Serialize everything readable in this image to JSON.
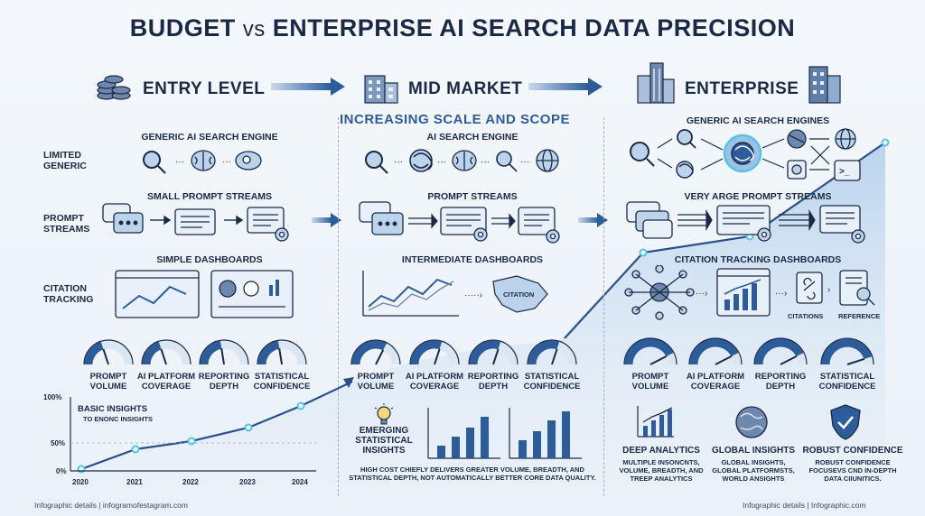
{
  "header": {
    "title_part1": "BUDGET",
    "title_vs": "vs",
    "title_part2": "ENTERPRISE AI SEARCH DATA PRECISION",
    "scale_caption": "INCREASING SCALE AND SCOPE"
  },
  "tiers": [
    {
      "label": "ENTRY LEVEL"
    },
    {
      "label": "MID MARKET"
    },
    {
      "label": "ENTERPRISE"
    }
  ],
  "row_labels": {
    "engines": "LIMITED GENERIC",
    "prompts": "PROMPT STREAMS",
    "citation": "CITATION TRACKING"
  },
  "entry": {
    "engine_title": "GENERIC AI SEARCH ENGINE",
    "prompt_title": "SMALL PROMPT STREAMS",
    "dash_title": "SIMPLE DASHBOARDS",
    "gauges": [
      "PROMPT VOLUME",
      "AI PLATFORM COVERAGE",
      "REPORTING DEPTH",
      "STATISTICAL CONFIDENCE"
    ],
    "insight_title": "BASIC INSIGHTS",
    "insight_sub": "TO ENONC INSIGHTS",
    "chart_y_ticks": [
      "100%",
      "50%",
      "0%"
    ],
    "chart_x_ticks": [
      "2020",
      "2021",
      "2022",
      "2023",
      "2024"
    ]
  },
  "mid": {
    "engine_title": "AI SEARCH ENGINE",
    "prompt_title": "PROMPT STREAMS",
    "dash_title": "INTERMEDIATE DASHBOARDS",
    "map_label": "CITATION",
    "gauges": [
      "PROMPT VOLUME",
      "AI PLATFORM COVERAGE",
      "REPORTING DEPTH",
      "STATISTICAL CONFIDENCE"
    ],
    "insight_title": "EMERGING STATISTICAL INSIGHTS",
    "note": "HIGH COST CHIEFLY DELIVERS GREATER VOLUME, BREADTH, AND STATISTICAL DEPTH, NOT AUTOMATICALLY BETTER CORE DATA QUALITY."
  },
  "enterprise": {
    "engine_title": "GENERIC AI SEARCH ENGINES",
    "prompt_title": "VERY ARGE PROMPT STREAMS",
    "dash_title": "CITATION TRACKING DASHBOARDS",
    "citations_label": "CITATIONS",
    "reference_label": "REFERENCE",
    "gauges": [
      "PROMPT VOLUME",
      "AI PLATFORM COVERAGE",
      "REPORTING DEPTH",
      "STATISTICAL CONFIDENCE"
    ],
    "insights": [
      {
        "title": "DEEP ANALYTICS",
        "text": "MULTIPLE INSONCNTS, VOLUME, BREADTH, AND TREEP ANALYTICS"
      },
      {
        "title": "GLOBAL INSIGHTS",
        "text": "GLOBAL INSIGHTS, GLOBAL PLATFORMSTS, WORLD ANSIGHTS"
      },
      {
        "title": "ROBUST CONFIDENCE",
        "text": "ROBUST CONFIDENCE FOCUSEVS CND IN-DEPTH DATA CIIUNITICS."
      }
    ]
  },
  "footer": {
    "left": "Infographic details | infogramofestagram.com",
    "right": "Infographic details | Infographic.com"
  },
  "colors": {
    "navy": "#1b2a44",
    "accent": "#2c5d9a",
    "light_blue": "#bcd3ec",
    "glow": "#58c3e6"
  }
}
